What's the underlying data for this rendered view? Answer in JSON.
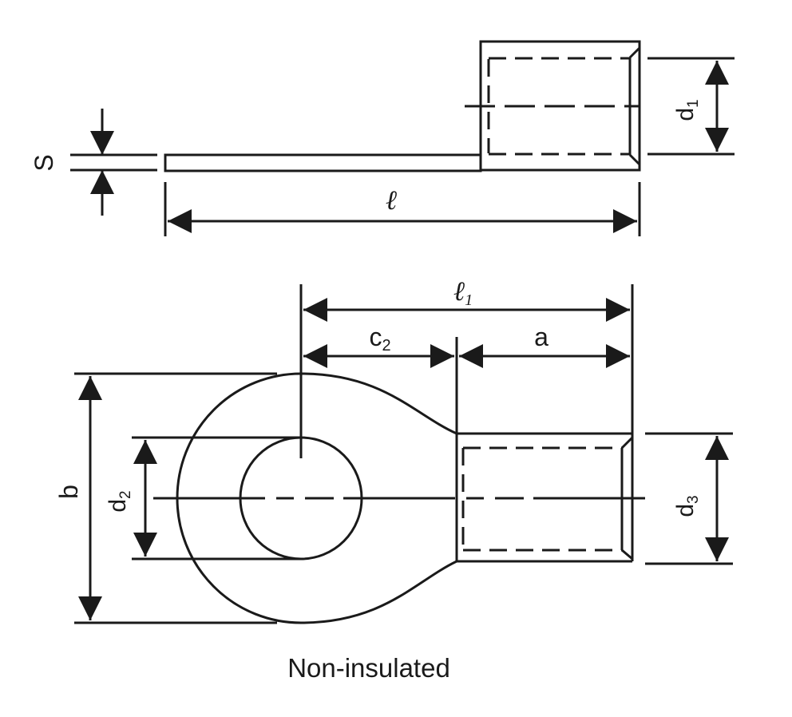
{
  "diagram": {
    "caption": "Non-insulated",
    "colors": {
      "line": "#1a1a1a",
      "background": "#ffffff"
    },
    "labels": {
      "s": "S",
      "l": "ℓ",
      "d1_main": "d",
      "d1_sub": "1",
      "l1_main": "ℓ",
      "l1_sub": "1",
      "c2_main": "c",
      "c2_sub": "2",
      "a": "a",
      "b": "b",
      "d2_main": "d",
      "d2_sub": "2",
      "d3_main": "d",
      "d3_sub": "3"
    }
  }
}
